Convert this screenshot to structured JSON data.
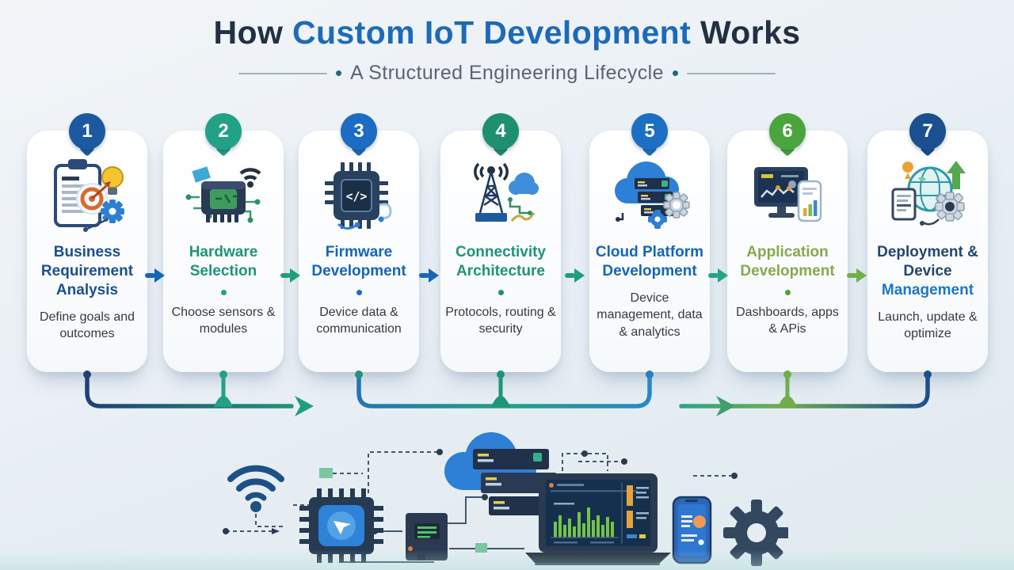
{
  "header": {
    "title_prefix": "How",
    "title_highlight": "Custom IoT Development",
    "title_suffix": "Works",
    "subtitle": "A Structured Engineering Lifecycle"
  },
  "palette": {
    "navy": "#233043",
    "blue": "#1d6ab8",
    "teal": "#1f9e7a",
    "green": "#4aa53c",
    "olive_green": "#86a94e",
    "body_text": "#333a44",
    "subtitle_gray": "#5b6472"
  },
  "steps": [
    {
      "number": "1",
      "title": "Business Requirement Analysis",
      "description": "Define goals and outcomes",
      "badge_color": "#1b5aa0",
      "title_color": "#1d4e8f",
      "icon": "clipboard-target-icon",
      "drop_color": "#1e4276"
    },
    {
      "number": "2",
      "title": "Hardware Selection",
      "description": "Choose sensors & modules",
      "badge_color": "#21a186",
      "title_color": "#1f9478",
      "dot_color": "#21a186",
      "icon": "chip-wifi-icon",
      "drop_color": "#21a186"
    },
    {
      "number": "3",
      "title": "Firmware Development",
      "description": "Device data & communication",
      "badge_color": "#1b6cc2",
      "title_color": "#1565b6",
      "dot_color": "#1b6cc2",
      "icon": "chip-code-icon",
      "icon_glyph": "</>",
      "drop_color": "#1f9478"
    },
    {
      "number": "4",
      "title": "Connectivity Architecture",
      "description": "Protocols, routing & security",
      "badge_color": "#1f8f72",
      "title_color": "#1f9478",
      "dot_color": "#1f8f72",
      "icon": "antenna-cloud-icon",
      "drop_color": "#1f9478"
    },
    {
      "number": "5",
      "title": "Cloud Platform Development",
      "description": "Device management, data & analytics",
      "badge_color": "#1d6fc4",
      "title_color": "#1565b6",
      "icon": "cloud-servers-icon",
      "drop_color": "#2a7cc4"
    },
    {
      "number": "6",
      "title": "Application Development",
      "description": "Dashboards, apps & APis",
      "badge_color": "#4aa53c",
      "title_color": "#86a94e",
      "dot_color": "#4aa53c",
      "icon": "dashboard-devices-icon",
      "drop_color": "#6fae4a"
    },
    {
      "number": "7",
      "title": "Deployment & Device",
      "title_alt": "Management",
      "description": "Launch, update & optimize",
      "badge_color": "#1b4f8f",
      "title_color": "#25456e",
      "title_alt_color": "#1c77c0",
      "icon": "globe-gear-icon",
      "drop_color": "#1d4f8f"
    }
  ],
  "flow_arrows": [
    "#1565b6",
    "#1f9e7a",
    "#1565b6",
    "#1f9e7a",
    "#23a388",
    "#6fae4a"
  ]
}
